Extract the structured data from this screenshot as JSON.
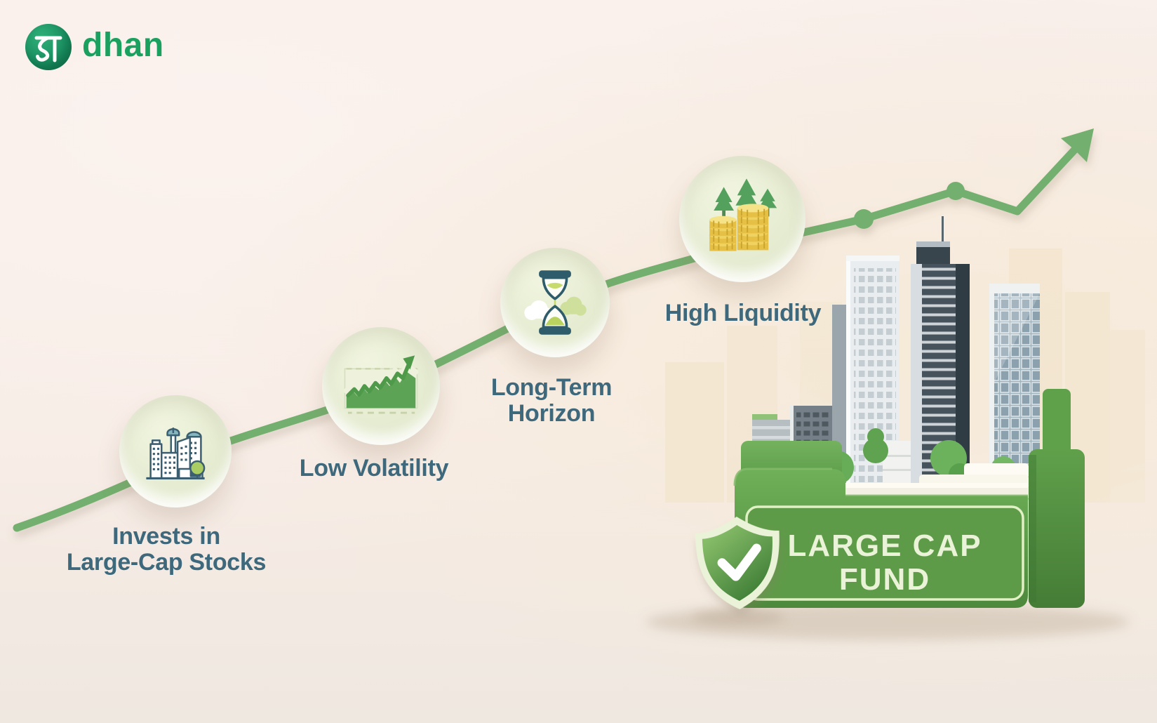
{
  "brand": {
    "name": "dhan",
    "logo_glyph": "ध"
  },
  "steps": [
    {
      "id": "invests",
      "label_line1": "Invests in",
      "label_line2": "Large-Cap Stocks",
      "icon": "city-buildings-icon"
    },
    {
      "id": "low-volatility",
      "label_line1": "Low Volatility",
      "label_line2": "",
      "icon": "volatility-chart-icon"
    },
    {
      "id": "long-term",
      "label_line1": "Long-Term",
      "label_line2": "Horizon",
      "icon": "hourglass-icon"
    },
    {
      "id": "high-liquidity",
      "label_line1": "High Liquidity",
      "label_line2": "",
      "icon": "coins-trees-icon"
    }
  ],
  "fund_box": {
    "title_line1": "LARGE CAP",
    "title_line2": "FUND",
    "badge_icon": "shield-check-icon"
  },
  "colors": {
    "background": "#f8eeea",
    "box_green": "#5e9b48",
    "line_green": "#73af6e",
    "label_text": "#3e697c",
    "brand_green": "#1aa05f",
    "fund_text_cream": "#eaf3d8",
    "coin_gold": "#e6c044"
  }
}
